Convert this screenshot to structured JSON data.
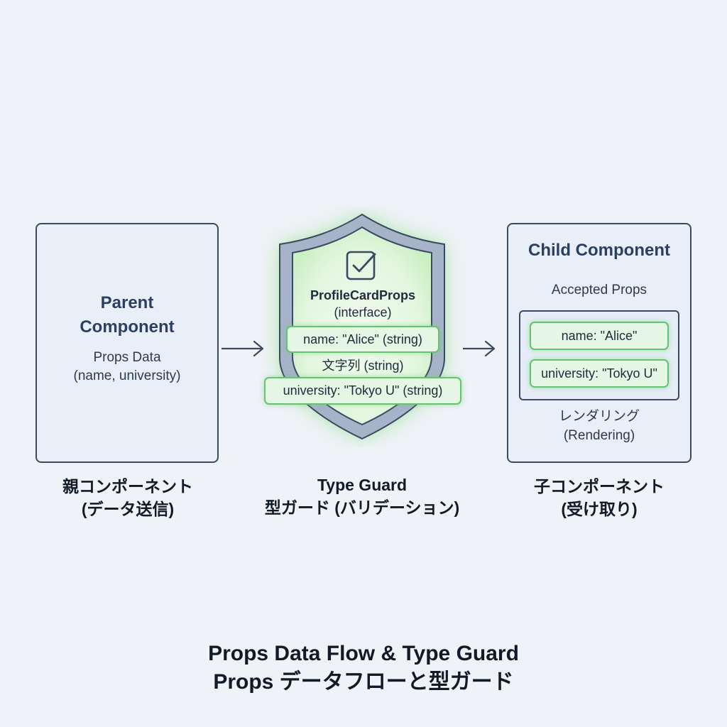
{
  "parent": {
    "title_line1": "Parent",
    "title_line2": "Component",
    "desc_line1": "Props Data",
    "desc_line2": "(name, university)",
    "caption_line1": "親コンポーネント",
    "caption_line2": "(データ送信)"
  },
  "guard": {
    "interface_name": "ProfileCardProps",
    "interface_kind": "(interface)",
    "field_name": "name: \"Alice\" (string)",
    "field_note": "文字列 (string)",
    "field_university": "university: \"Tokyo U\" (string)",
    "caption_line1": "Type Guard",
    "caption_line2": "型ガード (バリデーション)",
    "icon": "checkbox-check-icon"
  },
  "child": {
    "title": "Child Component",
    "subtitle": "Accepted Props",
    "prop_name": "name: \"Alice\"",
    "prop_university": "university: \"Tokyo U\"",
    "rendering_line1": "レンダリング",
    "rendering_line2": "(Rendering)",
    "caption_line1": "子コンポーネント",
    "caption_line2": "(受け取り)"
  },
  "footer": {
    "title_line1": "Props Data Flow & Type Guard",
    "title_line2": "Props データフローと型ガード"
  },
  "colors": {
    "background": "#eff2f6",
    "box_border": "#3b4a60",
    "box_fill": "#e9eff9",
    "shield_border": "#8fa0bd",
    "glow_green": "#6fdc6f",
    "pill_border": "#62c46e"
  }
}
